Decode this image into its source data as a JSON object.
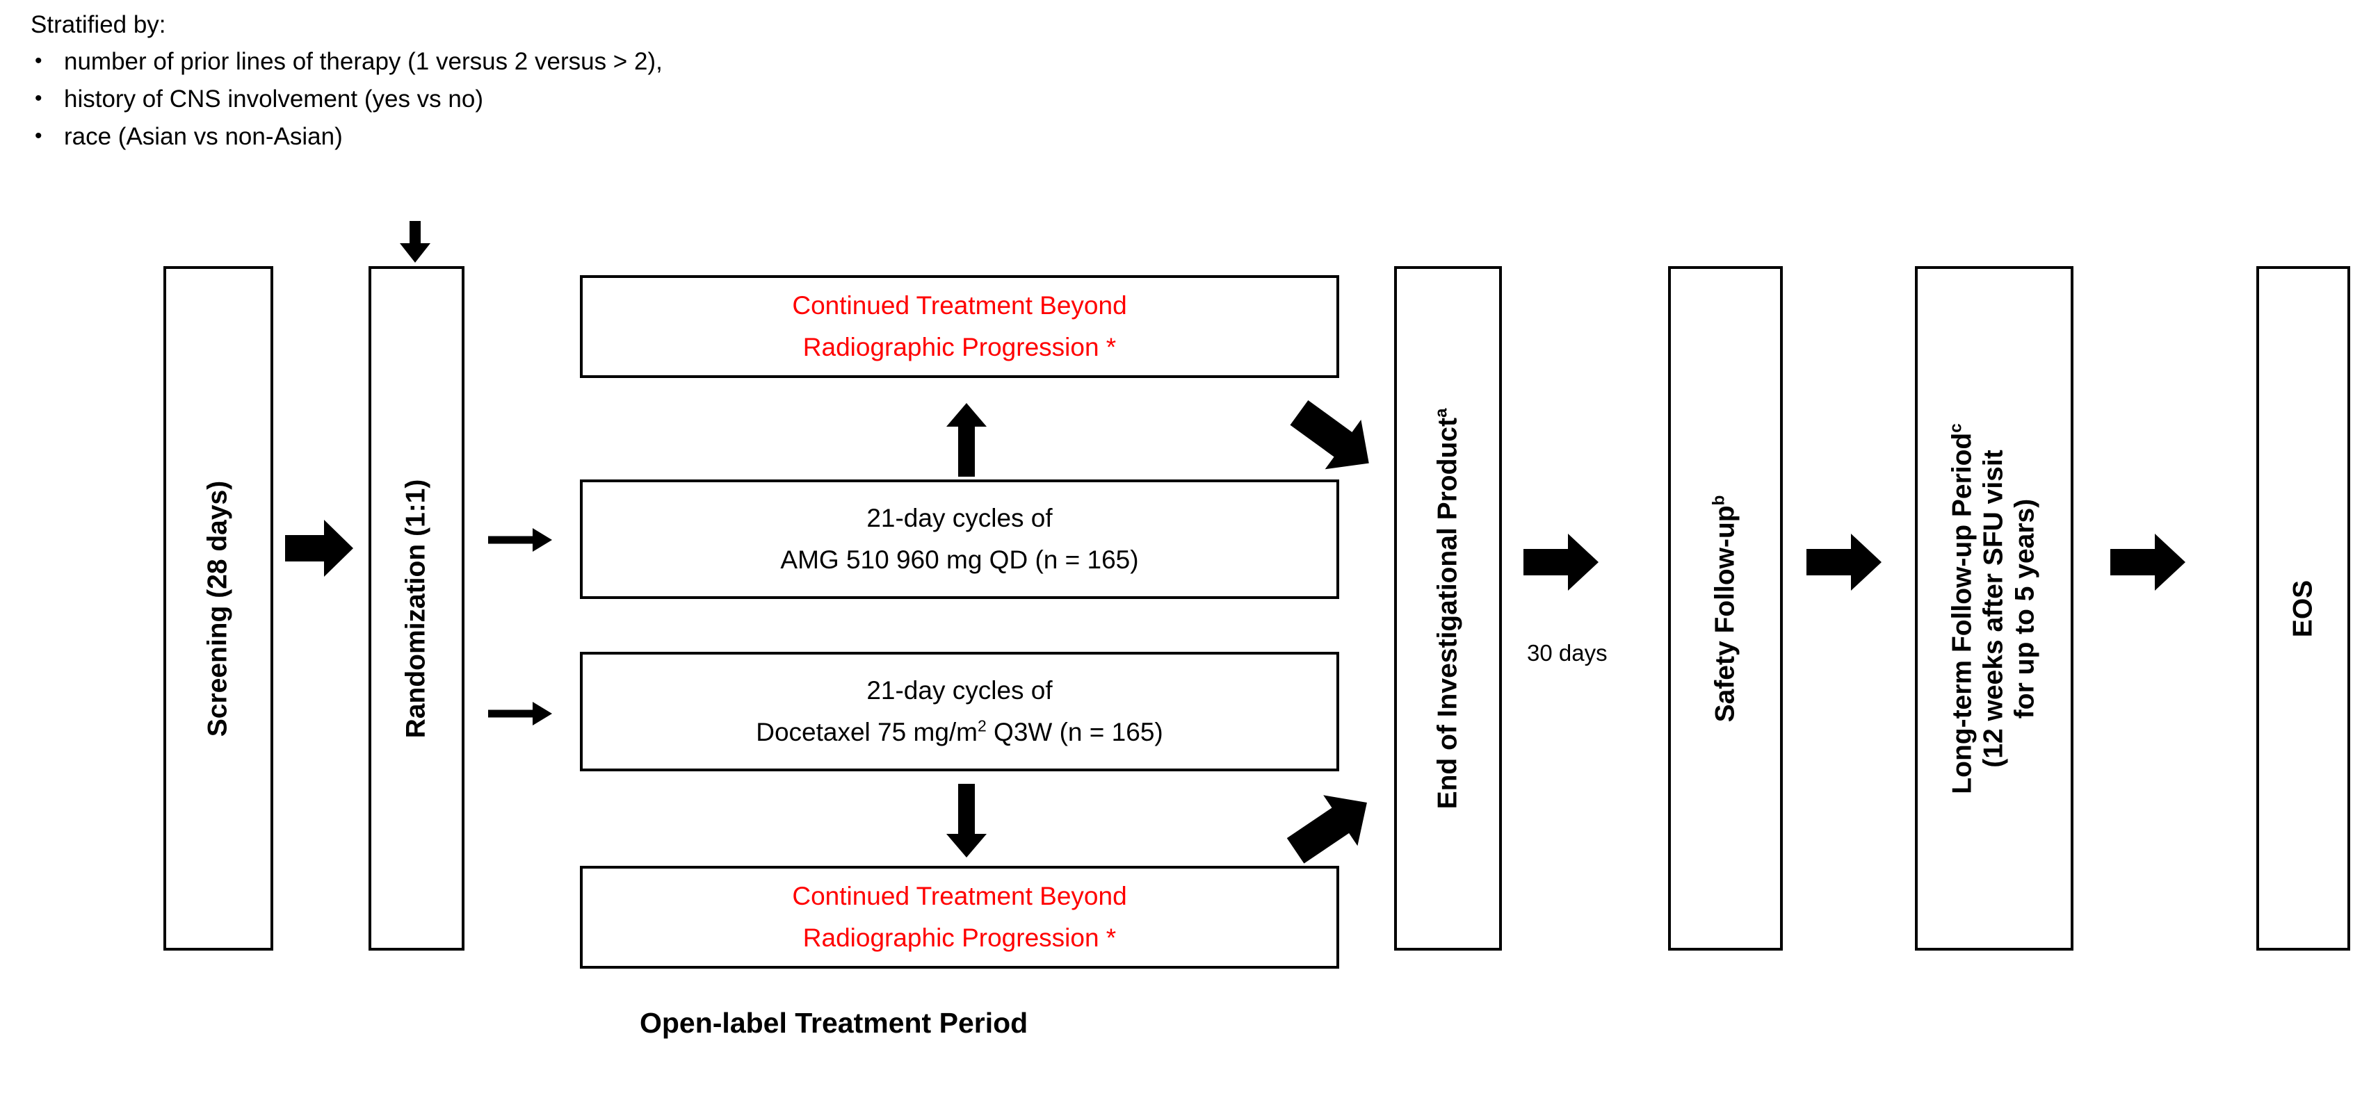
{
  "stratification": {
    "title": "Stratified by:",
    "bullet_glyph": "•",
    "items": [
      "number of prior lines of therapy (1 versus 2 versus > 2),",
      "history of CNS involvement (yes vs no)",
      "race (Asian vs non-Asian)"
    ]
  },
  "colors": {
    "box_border": "#000000",
    "background": "#ffffff",
    "text": "#000000",
    "highlight_red": "#ff0000",
    "arrow": "#000000"
  },
  "boxes": {
    "screening": {
      "label": "Screening (28 days)"
    },
    "randomization": {
      "label": "Randomization (1:1)"
    },
    "ctbp_top": {
      "line1": "Continued Treatment Beyond",
      "line2": "Radiographic Progression *"
    },
    "arm_amg": {
      "line1": "21-day cycles of",
      "line2": "AMG 510 960 mg QD (n = 165)"
    },
    "arm_docetaxel": {
      "line1": "21-day cycles of",
      "line2_pre": "Docetaxel 75 mg/m",
      "line2_sup": "2",
      "line2_post": " Q3W (n = 165)"
    },
    "ctbp_bottom": {
      "line1": "Continued Treatment Beyond",
      "line2": "Radiographic Progression *"
    },
    "end_of_ip": {
      "label": "End of Investigational Product",
      "footnote": "a"
    },
    "safety_followup": {
      "label": "Safety Follow-up",
      "footnote": "b"
    },
    "long_term_followup": {
      "line1": "Long-term Follow-up Period",
      "footnote": "c",
      "line2": "(12 weeks after SFU visit",
      "line3": "for up to 5 years)"
    },
    "eos": {
      "label": "EOS"
    }
  },
  "labels": {
    "thirty_days": "30 days",
    "caption": "Open-label Treatment Period"
  },
  "icons": {
    "enrollment_down_arrow": "arrow-down-icon",
    "screening_to_randomization": "arrow-right-icon",
    "randomization_to_amg": "arrow-right-thin-icon",
    "randomization_to_docetaxel": "arrow-right-thin-icon",
    "amg_to_ctbp_top": "arrow-up-icon",
    "docetaxel_to_ctbp_bottom": "arrow-down-icon",
    "amg_to_end_ip": "arrow-diagonal-down-right-icon",
    "docetaxel_to_end_ip": "arrow-diagonal-up-right-icon",
    "end_ip_to_safety": "arrow-right-icon",
    "safety_to_ltfu": "arrow-right-icon",
    "ltfu_to_eos": "arrow-right-icon"
  }
}
